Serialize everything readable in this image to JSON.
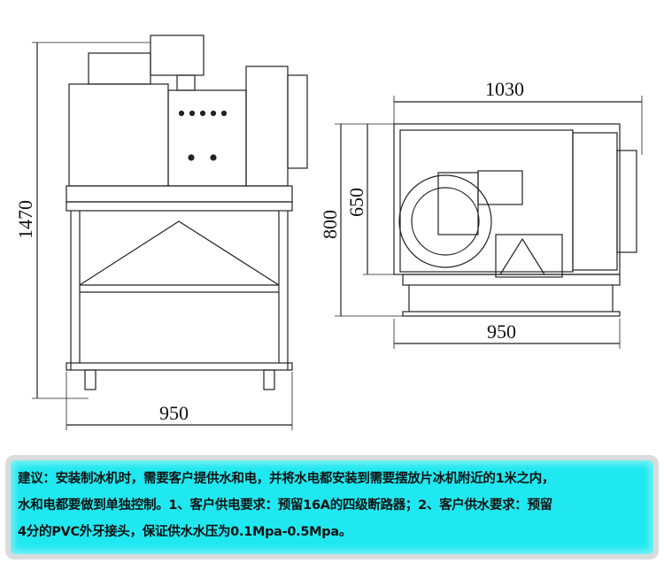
{
  "front_view": {
    "height_label": "1470",
    "width_label": "950"
  },
  "side_view": {
    "width_label": "1030",
    "height_label": "800",
    "inner_height_label": "650",
    "base_width_label": "950"
  },
  "note": {
    "lines": [
      "建议：安装制冰机时，需要客户提供水和电，并将水电都安装到需要摆放片冰机附近的1米之内，",
      "水和电都要做到单独控制。1、客户供电要求：预留16A的四级断路器；2、客户供水要求：预留",
      "4分的PVC外牙接头，保证供水水压为0.1Mpa-0.5Mpa。"
    ],
    "background": "#20e8f0"
  }
}
